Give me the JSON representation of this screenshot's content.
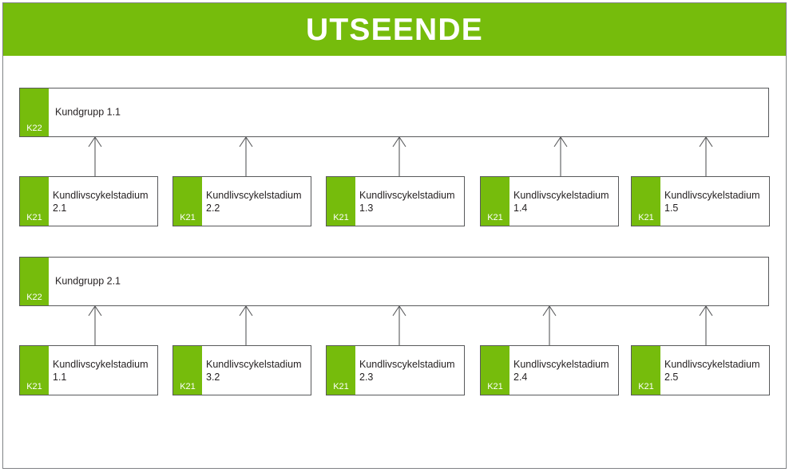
{
  "header": {
    "title": "UTSEENDE",
    "background_color": "#76bc0c",
    "text_color": "#ffffff"
  },
  "theme": {
    "accent_green": "#76bc0c",
    "box_border": "#58595b",
    "box_fill": "#ffffff",
    "text_color": "#231f20",
    "page_border": "#808285"
  },
  "diagram": {
    "type": "hierarchy",
    "groups": [
      {
        "code": "K22",
        "label": "Kundgrupp 1.1",
        "children": [
          {
            "code": "K21",
            "label": "Kundlivscykelstadium 2.1"
          },
          {
            "code": "K21",
            "label": "Kundlivscykelstadium 2.2"
          },
          {
            "code": "K21",
            "label": "Kundlivscykelstadium 1.3"
          },
          {
            "code": "K21",
            "label": "Kundlivscykelstadium 1.4"
          },
          {
            "code": "K21",
            "label": "Kundlivscykelstadium 1.5"
          }
        ]
      },
      {
        "code": "K22",
        "label": "Kundgrupp 2.1",
        "children": [
          {
            "code": "K21",
            "label": "Kundlivscykelstadium 1.1"
          },
          {
            "code": "K21",
            "label": "Kundlivscykelstadium 3.2"
          },
          {
            "code": "K21",
            "label": "Kundlivscykelstadium 2.3"
          },
          {
            "code": "K21",
            "label": "Kundlivscykelstadium 2.4"
          },
          {
            "code": "K21",
            "label": "Kundlivscykelstadium 2.5"
          }
        ]
      }
    ]
  }
}
